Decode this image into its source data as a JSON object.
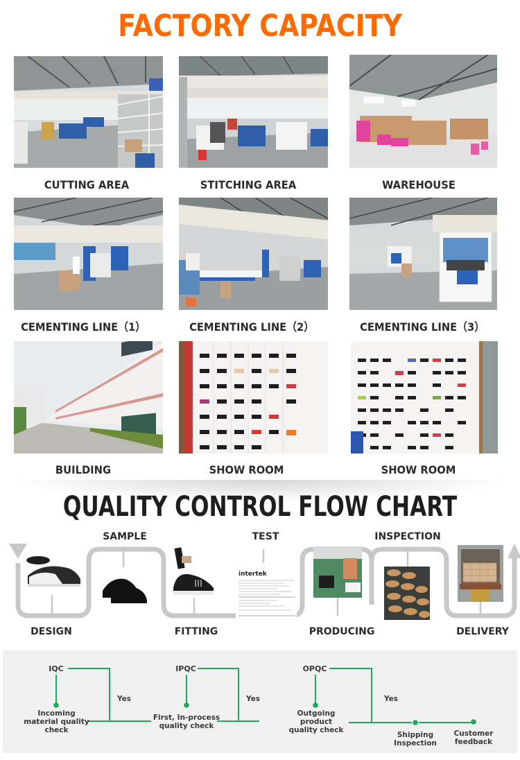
{
  "factory": {
    "title": "FACTORY CAPACITY",
    "title_color": "#ff6a00",
    "photos": [
      {
        "caption": "CUTTING AREA",
        "scene": "factory-floor-with-shelves"
      },
      {
        "caption": "STITCHING AREA",
        "scene": "sewing-workstations"
      },
      {
        "caption": "WAREHOUSE",
        "scene": "boxes-stacked-in-warehouse"
      },
      {
        "caption": "CEMENTING LINE（1）",
        "scene": "production-line"
      },
      {
        "caption": "CEMENTING LINE（2）",
        "scene": "production-line"
      },
      {
        "caption": "CEMENTING LINE（3）",
        "scene": "production-line-machine"
      },
      {
        "caption": "BUILDING",
        "scene": "factory-building-exterior"
      },
      {
        "caption": "SHOW ROOM",
        "scene": "shoe-display-wall"
      },
      {
        "caption": "SHOW ROOM",
        "scene": "shoe-display-wall"
      }
    ]
  },
  "qc_flow": {
    "title": "QUALITY CONTROL FLOW CHART",
    "steps_top": [
      "SAMPLE",
      "TEST",
      "INSPECTION"
    ],
    "steps_bottom": [
      "DESIGN",
      "FITTING",
      "PRODUCING",
      "DELIVERY"
    ],
    "path_color": "#c8c8c8",
    "test_doc_brand": "intertek"
  },
  "qc_chart": {
    "line_color": "#1ea85a",
    "background": "#f0f0f0",
    "stages": [
      {
        "code": "IQC",
        "description": [
          "Incoming",
          "material quality",
          "check"
        ],
        "branch_label": "Yes"
      },
      {
        "code": "IPQC",
        "description": [
          "First, In-process",
          "quality check"
        ],
        "branch_label": "Yes"
      },
      {
        "code": "OPQC",
        "description": [
          "Outgoing",
          "product",
          "quality check"
        ],
        "branch_label": "Yes"
      }
    ],
    "end_nodes": [
      {
        "description": [
          "Shipping",
          "Inspection"
        ]
      },
      {
        "description": [
          "Customer",
          "feedback"
        ]
      }
    ]
  }
}
